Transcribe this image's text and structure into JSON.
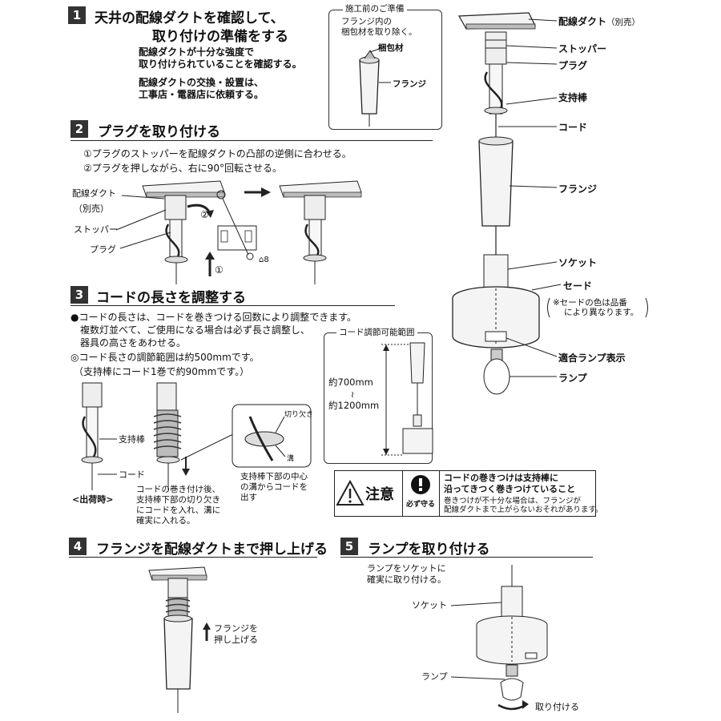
{
  "step1": {
    "num": "1",
    "title_line1": "天井の配線ダクトを確認して、",
    "title_line2": "取り付けの準備をする",
    "body1": [
      "配線ダクトが十分な強度で",
      "取り付けられていることを確認する。"
    ],
    "body2": [
      "配線ダクトの交換・設置は、",
      "工事店・電器店に依頼する。"
    ]
  },
  "prep": {
    "title": "施工前のご準備",
    "text": [
      "フランジ内の",
      "梱包材を取り除く。"
    ],
    "label_packing": "梱包材",
    "label_flange": "フランジ"
  },
  "parts": {
    "duct": "配線ダクト",
    "duct_note": "（別売）",
    "stopper": "ストッパー",
    "plug": "プラグ",
    "rod": "支持棒",
    "cord": "コード",
    "flange": "フランジ",
    "socket": "ソケット",
    "shade": "セード",
    "shade_note": [
      "※セードの色は品番",
      "により異なります。"
    ],
    "lamp_indicator": "適合ランプ表示",
    "lamp": "ランプ"
  },
  "step2": {
    "num": "2",
    "title": "プラグを取り付ける",
    "instr": [
      "①プラグのストッパーを配線ダクトの凸部の逆側に合わせる。",
      "②プラグを押しながら、右に90°回転させる。"
    ],
    "label_duct": "配線ダクト",
    "label_duct_note": "（別売）",
    "label_stopper": "ストッパー",
    "label_plug": "プラグ",
    "mark1": "①",
    "mark2": "②",
    "arrow": "→"
  },
  "step3": {
    "num": "3",
    "title": "コードの長さを調整する",
    "lines": [
      "●コードの長さは、コードを巻きつける回数により調整できます。",
      "複数灯並べて、ご使用になる場合は必ず長さ調整し、",
      "器具の高さをあわせる。",
      "◎コード長さの調節範囲は約500mmです。",
      "（支持棒にコード1巻で約90mmです。）"
    ],
    "label_rod": "支持棒",
    "label_cord": "コード",
    "label_shipping": "<出荷時>",
    "wind_note": [
      "コードの巻き付け後、",
      "支持棒下部の切り欠き",
      "にコードを入れ、溝に",
      "確実に入れる。"
    ],
    "label_notch": "切り欠き",
    "label_groove": "溝",
    "detail_note": [
      "支持棒下部の中心",
      "の溝からコードを",
      "出す"
    ],
    "range_title": "コード調節可能範囲",
    "range_min": "約700mm",
    "range_tilde": "≀",
    "range_max": "約1200mm"
  },
  "caution": {
    "label": "注意",
    "must": "必ず守る",
    "headline": [
      "コードの巻きつけは支持棒に",
      "沿ってきつく巻きつけていること"
    ],
    "text": [
      "巻きつけが不十分な場合は、フランジが",
      "配線ダクトまで上がらないおそれがあります。"
    ]
  },
  "step4": {
    "num": "4",
    "title": "フランジを配線ダクトまで押し上げる",
    "note": [
      "フランジを",
      "押し上げる"
    ]
  },
  "step5": {
    "num": "5",
    "title": "ランプを取り付ける",
    "note": [
      "ランプをソケットに",
      "確実に取り付ける。"
    ],
    "label_socket": "ソケット",
    "label_lamp": "ランプ",
    "label_attach": "取り付ける"
  }
}
